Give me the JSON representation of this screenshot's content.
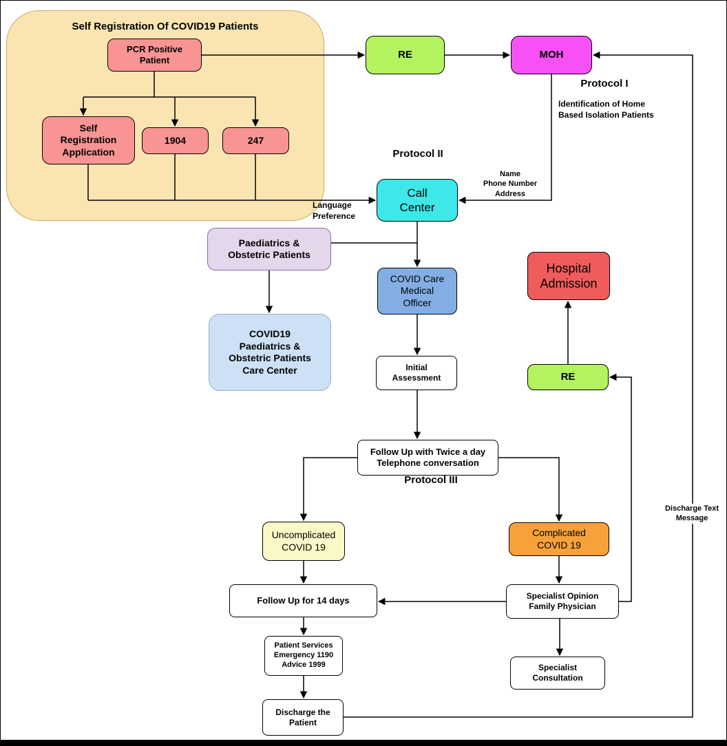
{
  "group": {
    "title": "Self Registration Of COVID19 Patients",
    "fill": "#FAE5B2",
    "border": "#C9A85F"
  },
  "nodes": {
    "pcr": {
      "label": "PCR Positive\nPatient",
      "fill": "#F89494",
      "border": "#000000"
    },
    "self_reg_app": {
      "label": "Self\nRegistration\nApplication",
      "fill": "#F89494",
      "border": "#000000"
    },
    "hotline_1904": {
      "label": "1904",
      "fill": "#F89494",
      "border": "#000000"
    },
    "hotline_247": {
      "label": "247",
      "fill": "#F89494",
      "border": "#000000"
    },
    "re_top": {
      "label": "RE",
      "fill": "#B2F35F",
      "border": "#000000"
    },
    "moh": {
      "label": "MOH",
      "fill": "#F650F6",
      "border": "#000000"
    },
    "call_center": {
      "label": "Call\nCenter",
      "fill": "#3EE8E8",
      "border": "#000000"
    },
    "paediatrics": {
      "label": "Paediatrics &\nObstetric Patients",
      "fill": "#E4D6EB",
      "border": "#8E6BA8"
    },
    "covid_care_mo": {
      "label": "COVID Care\nMedical\nOfficer",
      "fill": "#82AEE4",
      "border": "#000000"
    },
    "paed_care_center": {
      "label": "COVID19\nPaediatrics &\nObstetric Patients\nCare Center",
      "fill": "#CDE0F6",
      "border": "#93AECC"
    },
    "initial_assessment": {
      "label": "Initial\nAssessment",
      "fill": "#FFFFFF",
      "border": "#000000"
    },
    "hospital_admission": {
      "label": "Hospital\nAdmission",
      "fill": "#F05C5C",
      "border": "#000000"
    },
    "re_bottom": {
      "label": "RE",
      "fill": "#B2F35F",
      "border": "#000000"
    },
    "follow_up_twice": {
      "label": "Follow Up with Twice a day\nTelephone conversation",
      "fill": "#FFFFFF",
      "border": "#000000"
    },
    "uncomplicated": {
      "label": "Uncomplicated\nCOVID 19",
      "fill": "#FAF9C8",
      "border": "#000000"
    },
    "complicated": {
      "label": "Complicated\nCOVID 19",
      "fill": "#F7A13B",
      "border": "#000000"
    },
    "follow_up_14": {
      "label": "Follow Up for 14 days",
      "fill": "#FFFFFF",
      "border": "#000000"
    },
    "specialist_opinion": {
      "label": "Specialist Opinion\nFamily Physician",
      "fill": "#FFFFFF",
      "border": "#000000"
    },
    "patient_services": {
      "label": "Patient Services\nEmergency 1190\nAdvice 1999",
      "fill": "#FFFFFF",
      "border": "#000000"
    },
    "specialist_consultation": {
      "label": "Specialist\nConsultation",
      "fill": "#FFFFFF",
      "border": "#000000"
    },
    "discharge_patient": {
      "label": "Discharge the\nPatient",
      "fill": "#FFFFFF",
      "border": "#000000"
    }
  },
  "annotations": {
    "protocol_1": "Protocol I",
    "protocol_2": "Protocol II",
    "protocol_3": "Protocol III",
    "identification": "Identification of Home\nBased Isolation Patients",
    "name_phone_address": "Name\nPhone Number\nAddress",
    "language_preference": "Language\nPreference",
    "discharge_text_message": "Discharge Text\nMessage"
  },
  "edges": [
    {
      "from": "pcr",
      "to": "re_top"
    },
    {
      "from": "re_top",
      "to": "moh"
    },
    {
      "from": "pcr",
      "to": "self_reg_app"
    },
    {
      "from": "pcr",
      "to": "hotline_1904"
    },
    {
      "from": "pcr",
      "to": "hotline_247"
    },
    {
      "from": "self_reg_app, hotline_1904, hotline_247",
      "to": "call_center",
      "label": "Language Preference"
    },
    {
      "from": "moh",
      "to": "call_center",
      "label": "Name Phone Number Address"
    },
    {
      "from": "call_center",
      "to": "covid_care_mo"
    },
    {
      "from": "paediatrics",
      "to": "covid_care_mo"
    },
    {
      "from": "paediatrics",
      "to": "paed_care_center"
    },
    {
      "from": "covid_care_mo",
      "to": "initial_assessment"
    },
    {
      "from": "initial_assessment",
      "to": "follow_up_twice"
    },
    {
      "from": "follow_up_twice",
      "to": "uncomplicated"
    },
    {
      "from": "follow_up_twice",
      "to": "complicated"
    },
    {
      "from": "uncomplicated",
      "to": "follow_up_14"
    },
    {
      "from": "complicated",
      "to": "specialist_opinion"
    },
    {
      "from": "specialist_opinion",
      "to": "follow_up_14"
    },
    {
      "from": "specialist_opinion",
      "to": "specialist_consultation"
    },
    {
      "from": "specialist_opinion",
      "to": "re_bottom"
    },
    {
      "from": "re_bottom",
      "to": "hospital_admission"
    },
    {
      "from": "follow_up_14",
      "to": "patient_services"
    },
    {
      "from": "patient_services",
      "to": "discharge_patient"
    },
    {
      "from": "discharge_patient",
      "to": "moh",
      "label": "Discharge Text Message"
    }
  ]
}
